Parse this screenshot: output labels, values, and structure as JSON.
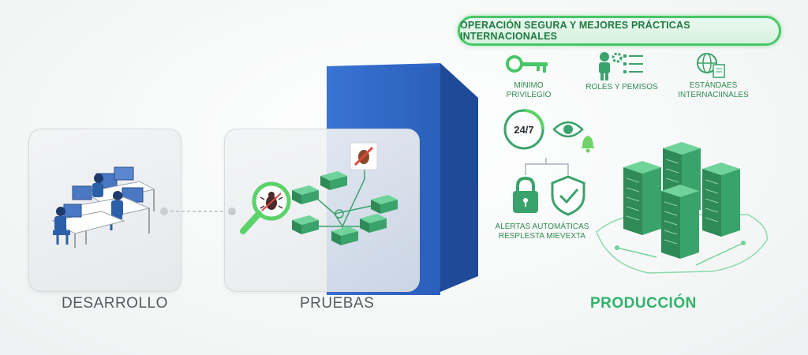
{
  "banner": {
    "text": "OPERACIÓN SEGURA Y MEJORES PRÁCTICAS INTERNACIONALES"
  },
  "practices": {
    "min_privilege": "MÍNIMO PRIVILEGIO",
    "roles": "ROLES Y PEMISOS",
    "standards_line1": "ESTÁNDAES",
    "standards_line2": "INTERNACIINALES"
  },
  "monitoring": {
    "clock_text": "24/7",
    "alerts_line1": "ALERTAS AUTOMÁTICAS",
    "alerts_line2": "RESPLESTA MIEVEXTA"
  },
  "stages": {
    "development": "DESARROLLO",
    "testing": "PRUEBAS",
    "production": "PRODUCCIÓN"
  },
  "colors": {
    "accent_green": "#2fb36a",
    "dark_green": "#1f7a43",
    "wall_blue": "#2f68c8",
    "server_green": "#3aa36b",
    "people_blue": "#2b5fa8"
  },
  "icons": [
    "key-icon",
    "roles-icon",
    "globe-document-icon",
    "clock-24-7-icon",
    "eye-icon",
    "bell-icon",
    "lock-icon",
    "shield-check-icon",
    "bug-magnifier-icon",
    "bug-blocked-icon",
    "server-rack-icon",
    "developer-desk-icon"
  ]
}
